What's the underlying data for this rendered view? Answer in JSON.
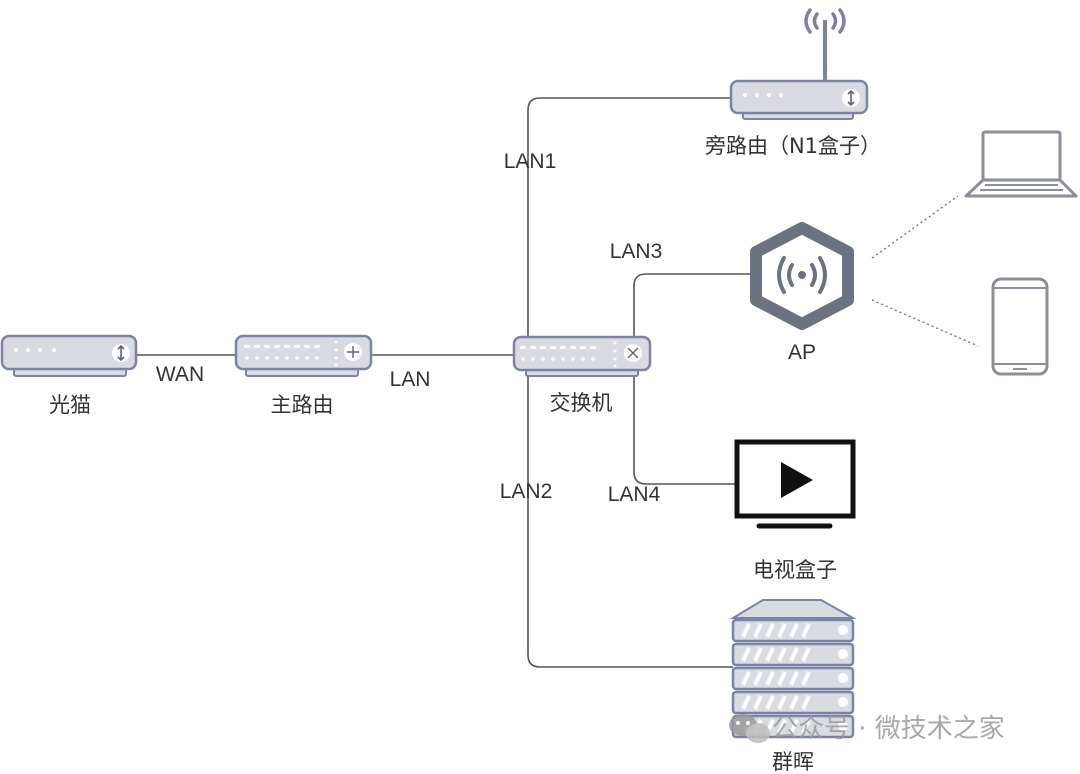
{
  "diagram": {
    "title": "Home network topology",
    "nodes": {
      "modem": {
        "label": "光猫",
        "icon": "modem-icon"
      },
      "main_router": {
        "label": "主路由",
        "icon": "router-icon"
      },
      "switch": {
        "label": "交换机",
        "icon": "switch-icon"
      },
      "bypass_router": {
        "label": "旁路由（N1盒子）",
        "icon": "wireless-router-icon"
      },
      "ap": {
        "label": "AP",
        "icon": "access-point-icon"
      },
      "tv_box": {
        "label": "电视盒子",
        "icon": "tv-play-icon"
      },
      "nas": {
        "label": "群晖",
        "icon": "server-stack-icon"
      },
      "laptop": {
        "label": "",
        "icon": "laptop-icon"
      },
      "phone": {
        "label": "",
        "icon": "smartphone-icon"
      }
    },
    "links": [
      {
        "from": "modem",
        "to": "main_router",
        "label": "WAN",
        "style": "solid"
      },
      {
        "from": "main_router",
        "to": "switch",
        "label": "LAN",
        "style": "solid"
      },
      {
        "from": "switch",
        "to": "bypass_router",
        "label": "LAN1",
        "style": "solid"
      },
      {
        "from": "switch",
        "to": "nas",
        "label": "LAN2",
        "style": "solid"
      },
      {
        "from": "switch",
        "to": "ap",
        "label": "LAN3",
        "style": "solid"
      },
      {
        "from": "switch",
        "to": "tv_box",
        "label": "LAN4",
        "style": "solid"
      },
      {
        "from": "ap",
        "to": "laptop",
        "label": "",
        "style": "dotted"
      },
      {
        "from": "ap",
        "to": "phone",
        "label": "",
        "style": "dotted"
      }
    ],
    "watermark": "公众号 · 微技术之家",
    "colors": {
      "device_fill": "#d9dbe3",
      "device_stroke": "#7b82a6",
      "line": "#555555",
      "icon_dark": "#6b7280"
    }
  }
}
